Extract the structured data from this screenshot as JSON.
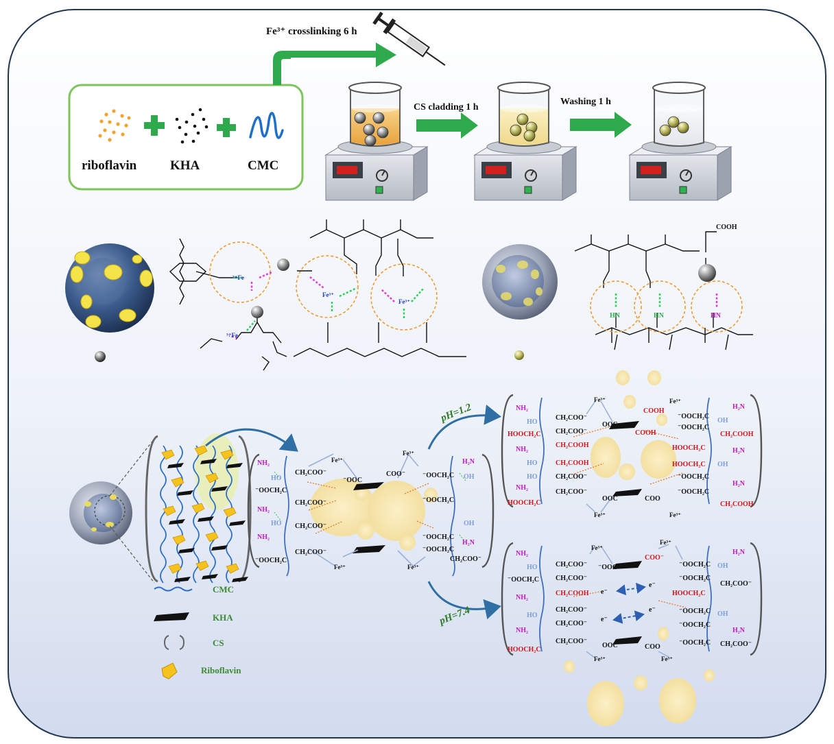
{
  "colors": {
    "panel_border": "#23364f",
    "panel_top": "#ffffff",
    "panel_bottom": "#d4ddef",
    "arrow_green": "#2eaa4d",
    "ingredient_box": "#7fc45a",
    "riboflavin": "#f3a22b",
    "cmc": "#1d6fc9",
    "nh": "#c21bc9",
    "ho": "#7d9ed6",
    "red_label": "#d3141b",
    "legend_text": "#3d8a34"
  },
  "ingredients": {
    "riboflavin": "riboflavin",
    "kha": "KHA",
    "cmc": "CMC"
  },
  "steps": {
    "crosslink": "Fe³⁺ crosslinking 6 h",
    "cladding": "CS cladding 1 h",
    "washing": "Washing 1 h"
  },
  "ph": {
    "acid": "pH=1.2",
    "neutral": "pH=7.4"
  },
  "legend": [
    {
      "label": "CMC",
      "icon": "wavy-line-icon"
    },
    {
      "label": "KHA",
      "icon": "black-flake-icon"
    },
    {
      "label": "CS",
      "icon": "bracket-icon"
    },
    {
      "label": "Riboflavin",
      "icon": "yellow-flake-icon"
    }
  ],
  "chem": {
    "nh2": "NH₂",
    "h2n": "H₂N",
    "ho": "HO",
    "oh": "OH",
    "ch2coo": "CH₂COO⁻",
    "ooch2c": "⁻OOCH₂C",
    "ch2cooh": "CH₂COOH",
    "hooch2c": "HOOCH₂C",
    "fe3": "Fe³⁺",
    "fe3_left": "³⁺Fe",
    "coo_minus": "⁻OOC",
    "coo_right": "COO⁻",
    "cooh": "COOH",
    "hn": "HN",
    "ooc": "OOC",
    "coo_plain": "COO",
    "electron": "e⁻"
  }
}
